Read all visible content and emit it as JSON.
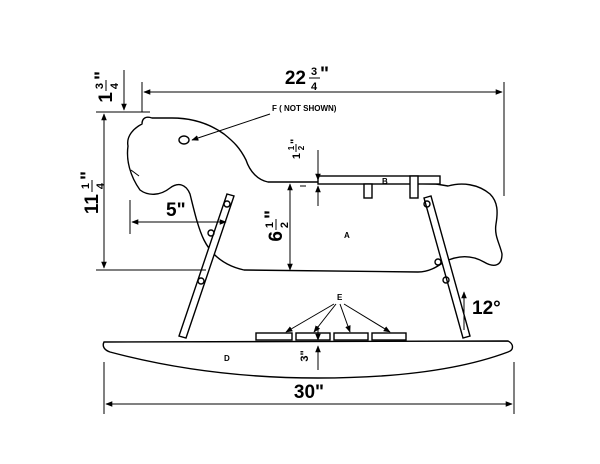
{
  "dimensions": {
    "overall_length": {
      "whole": "22",
      "num": "3",
      "den": "4",
      "unit": "\""
    },
    "overall_height": {
      "whole": "11",
      "num": "1",
      "den": "4",
      "unit": "\""
    },
    "top_offset": {
      "whole": "1",
      "num": "3",
      "den": "4",
      "unit": "\""
    },
    "seat_drop": {
      "whole": "1",
      "num": "1",
      "den": "2",
      "unit": "\""
    },
    "body_height": {
      "whole": "6",
      "num": "1",
      "den": "2",
      "unit": "\""
    },
    "leg_offset": "5\"",
    "rocker_clearance": "3\"",
    "rocker_length": "30\"",
    "leg_angle": "12°"
  },
  "labels": {
    "eye_callout": "F ( NOT SHOWN)",
    "seat": "B",
    "body": "A",
    "rocker": "D",
    "footrests": "E"
  }
}
